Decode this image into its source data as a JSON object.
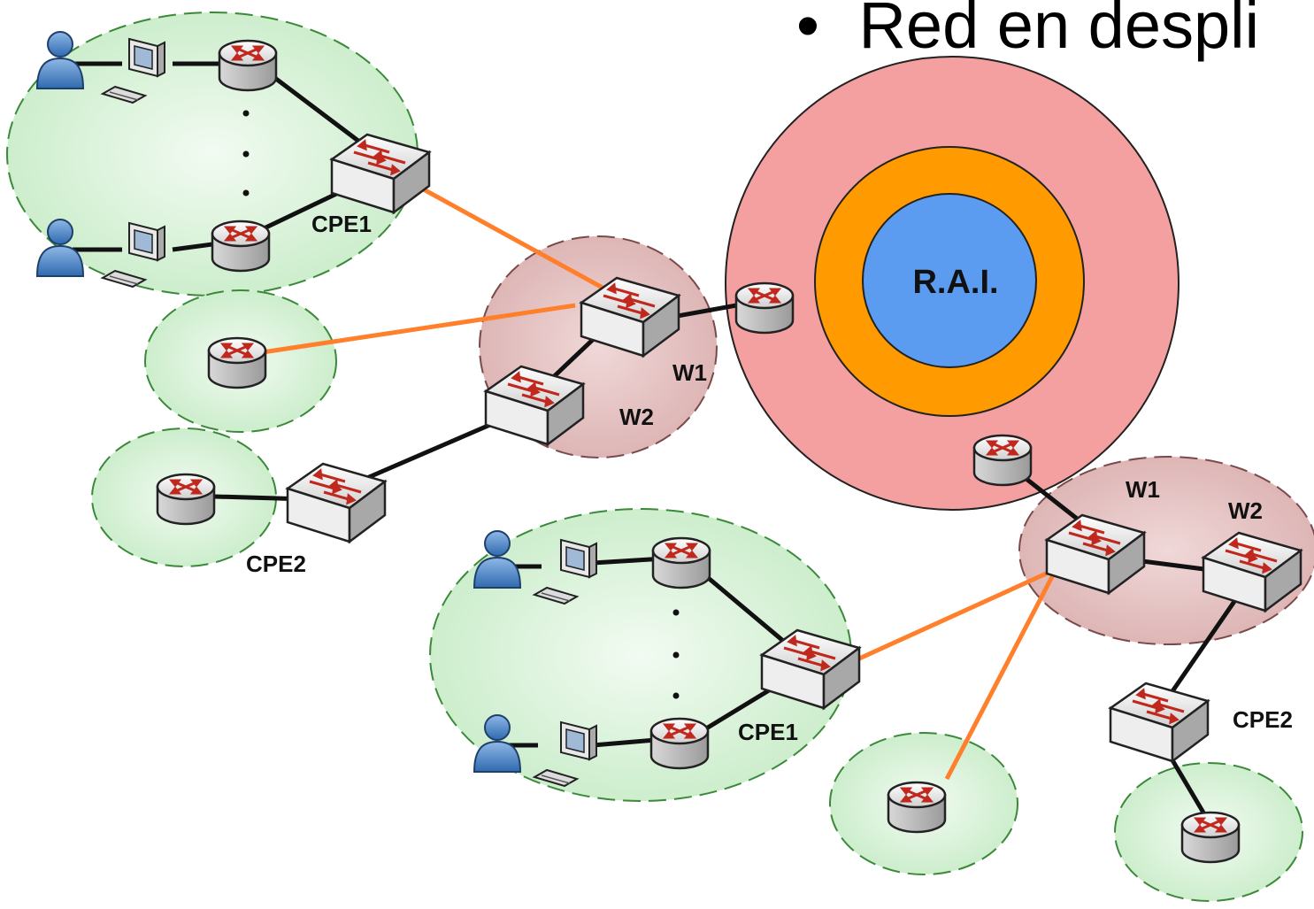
{
  "title": {
    "bullet": "•",
    "text": "Red en despli"
  },
  "core": {
    "label": "R.A.I.",
    "colors": {
      "outer": "#f4a0a0",
      "middle": "#ff9a00",
      "inner": "#5b9bf0"
    }
  },
  "labels": {
    "left_cpe1": "CPE1",
    "left_cpe2": "CPE2",
    "left_w1": "W1",
    "left_w2": "W2",
    "right_w1": "W1",
    "right_w2": "W2",
    "bottom_cpe1": "CPE1",
    "right_cpe2": "CPE2"
  },
  "colors": {
    "customer_zone": "#d4f0d4",
    "wan_zone": "#e2bcbc",
    "link_access": "#ff7f2a",
    "link_wired": "#111111"
  },
  "icons": [
    "user-icon",
    "computer-icon",
    "router-icon",
    "switch-icon"
  ]
}
